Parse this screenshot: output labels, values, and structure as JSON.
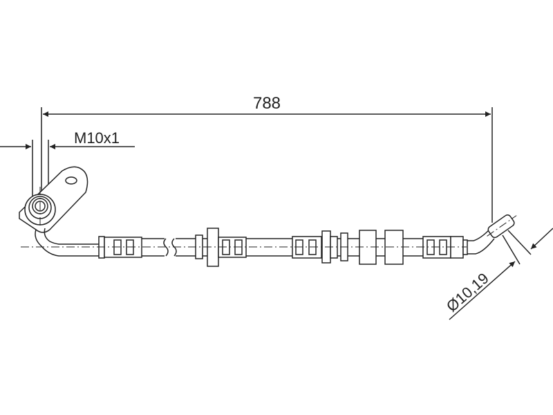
{
  "drawing": {
    "length_label": "788",
    "thread_label": "M10x1",
    "diameter_label": "Ø10,19"
  },
  "colors": {
    "line": "#222222",
    "background": "#ffffff"
  }
}
